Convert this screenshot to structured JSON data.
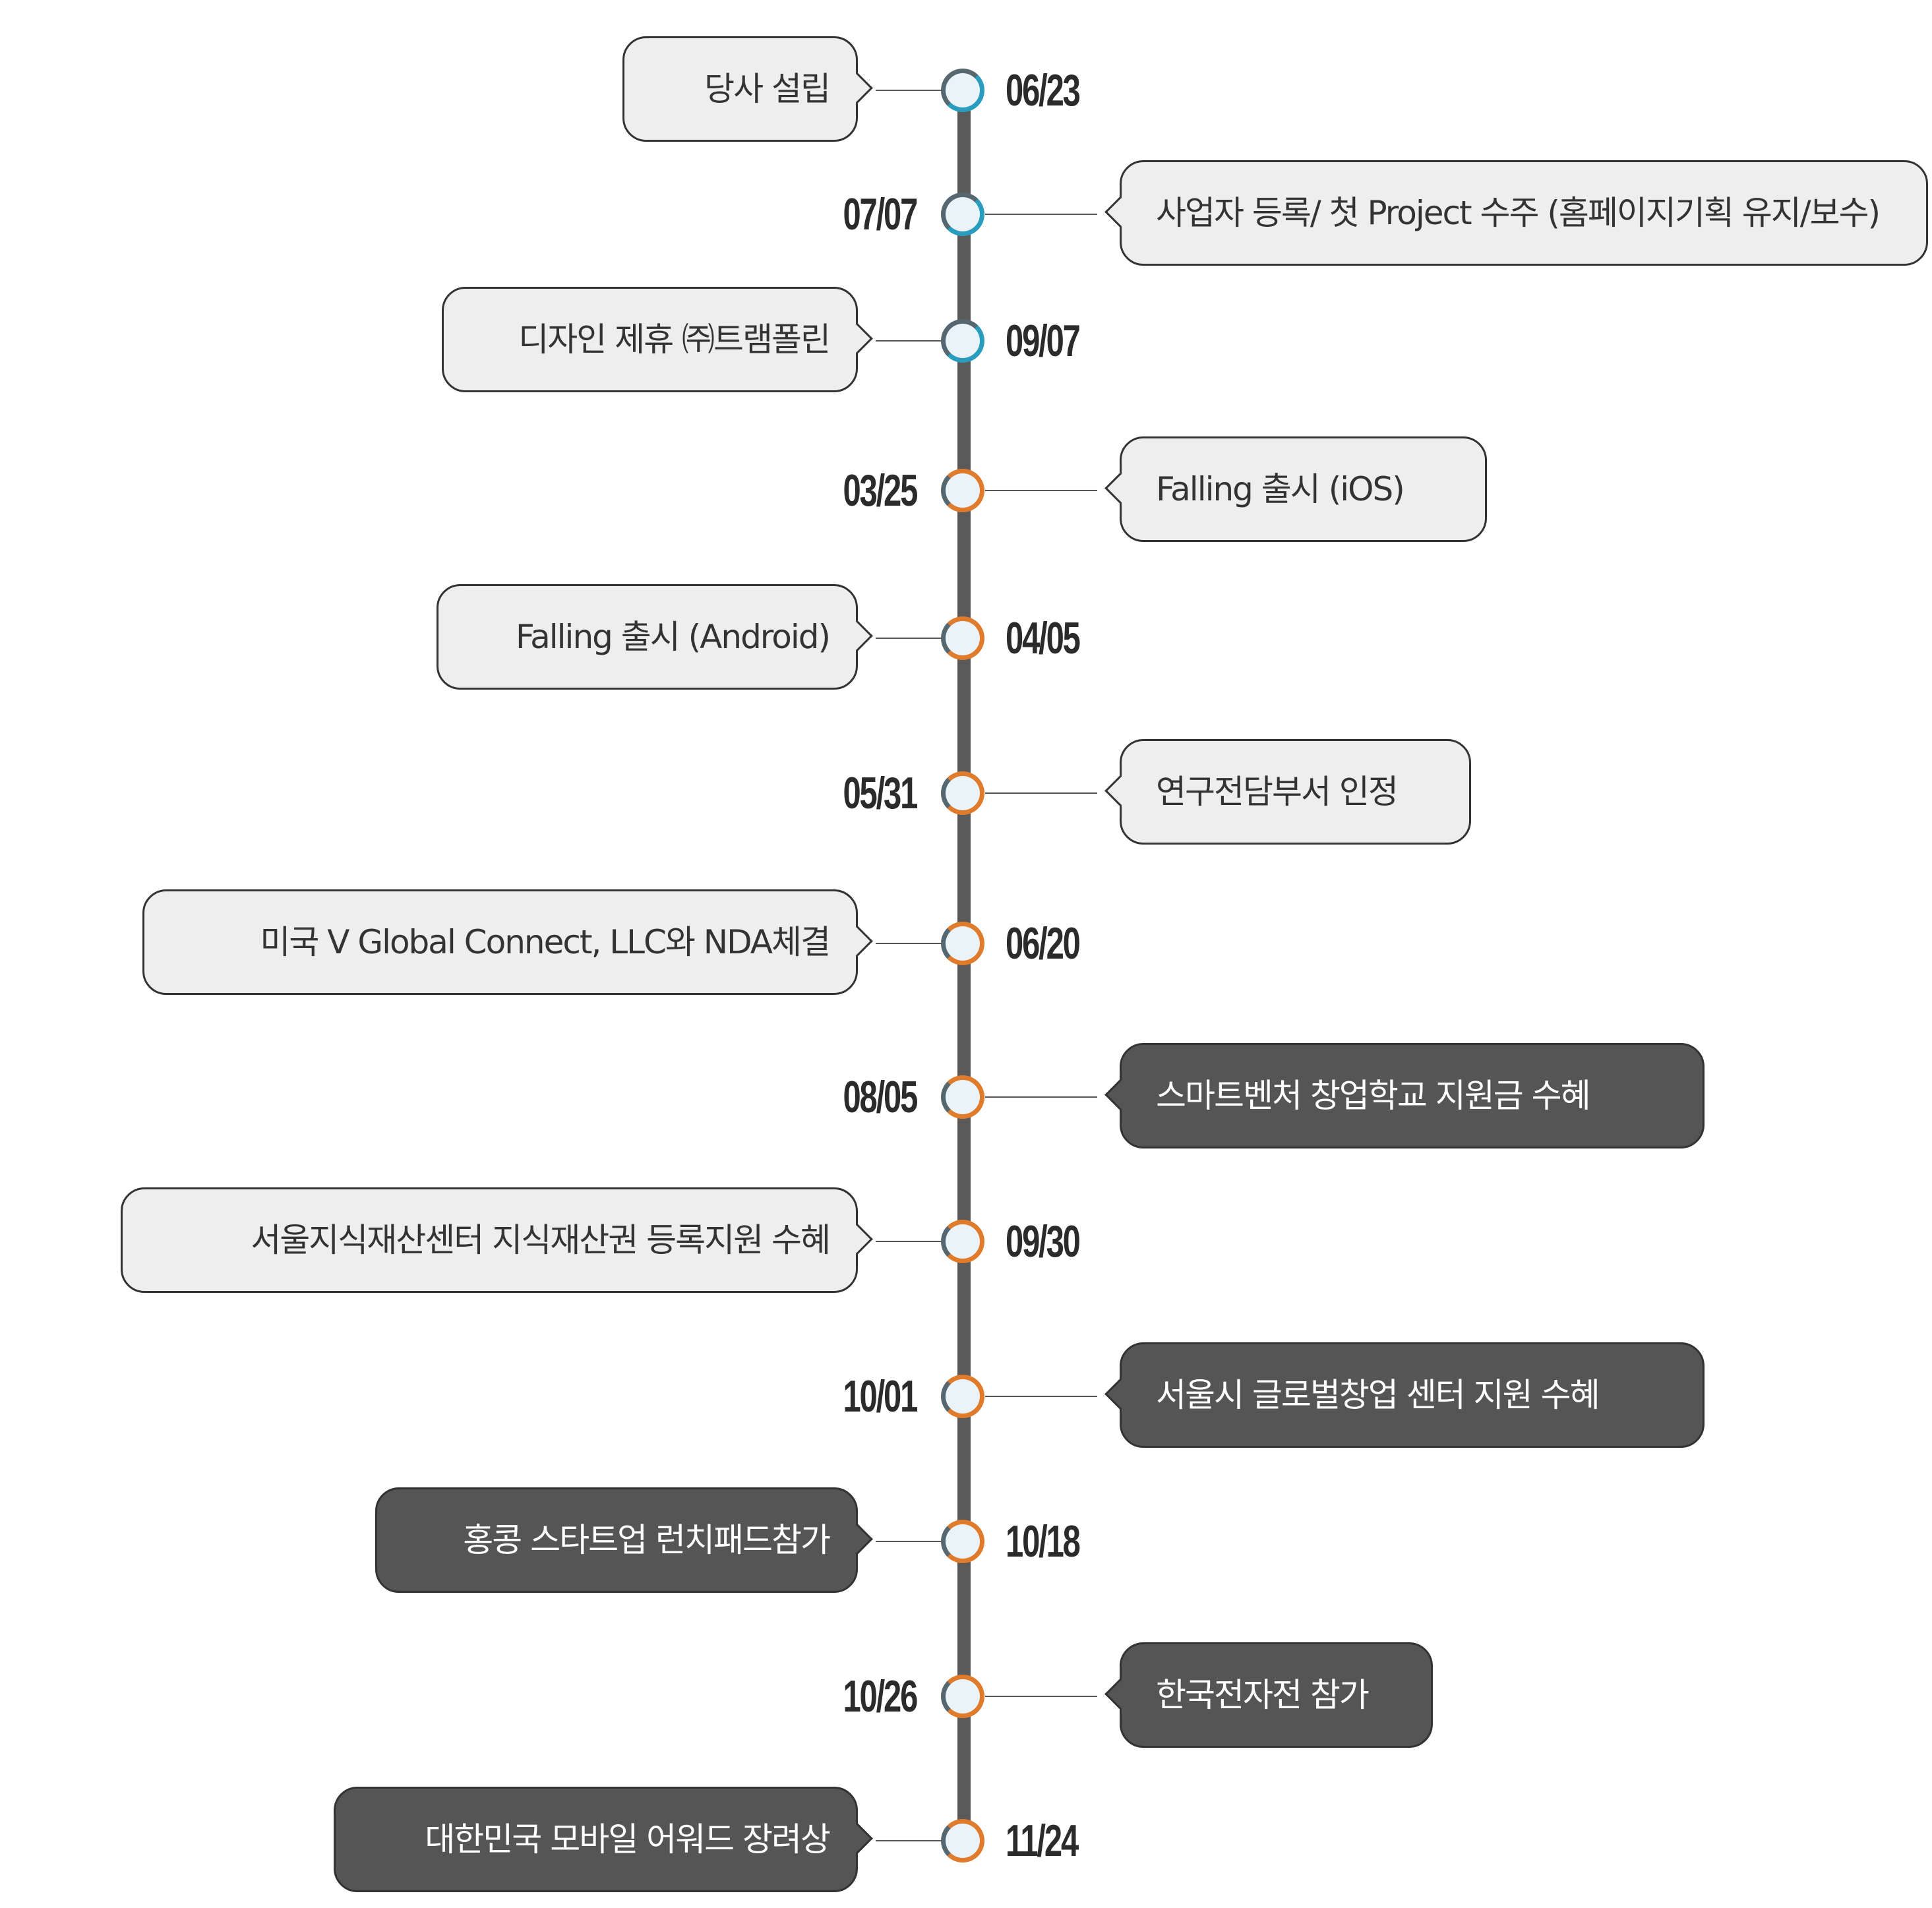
{
  "timeline": {
    "events": [
      {
        "date": "06/23",
        "text": "당사 설립",
        "side": "left",
        "style": "light",
        "node": "teal"
      },
      {
        "date": "07/07",
        "text": "사업자 등록/ 첫 Project 수주 (홈페이지기획 유지/보수)",
        "side": "right",
        "style": "light",
        "node": "teal"
      },
      {
        "date": "09/07",
        "text": "디자인 제휴 ㈜트램폴린",
        "side": "left",
        "style": "light",
        "node": "teal"
      },
      {
        "date": "03/25",
        "text": "Falling 출시 (iOS)",
        "side": "right",
        "style": "light",
        "node": "orange"
      },
      {
        "date": "04/05",
        "text": "Falling 출시 (Android)",
        "side": "left",
        "style": "light",
        "node": "orange"
      },
      {
        "date": "05/31",
        "text": "연구전담부서 인정",
        "side": "right",
        "style": "light",
        "node": "orange"
      },
      {
        "date": "06/20",
        "text": "미국  V Global  Connect, LLC와 NDA체결",
        "side": "left",
        "style": "light",
        "node": "orange"
      },
      {
        "date": "08/05",
        "text": "스마트벤처 창업학교 지원금 수혜",
        "side": "right",
        "style": "dark",
        "node": "orange"
      },
      {
        "date": "09/30",
        "text": "서울지식재산센터 지식재산권 등록지원  수혜",
        "side": "left",
        "style": "light",
        "node": "orange"
      },
      {
        "date": "10/01",
        "text": "서울시 글로벌창업 센터 지원 수혜",
        "side": "right",
        "style": "dark",
        "node": "orange"
      },
      {
        "date": "10/18",
        "text": "홍콩 스타트업 런치패드참가",
        "side": "left",
        "style": "dark",
        "node": "orange"
      },
      {
        "date": "10/26",
        "text": "한국전자전 참가",
        "side": "right",
        "style": "dark",
        "node": "orange"
      },
      {
        "date": "11/24",
        "text": "대한민국 모바일 어워드 장려상",
        "side": "left",
        "style": "dark",
        "node": "orange"
      }
    ]
  },
  "colors": {
    "spine": "#5a5a5a",
    "node_teal": "#2a9dbf",
    "node_orange": "#e07b2b",
    "node_gray": "#566770",
    "bubble_light": "#eeeeee",
    "bubble_dark": "#555555",
    "date_text": "#2b2b2b"
  }
}
